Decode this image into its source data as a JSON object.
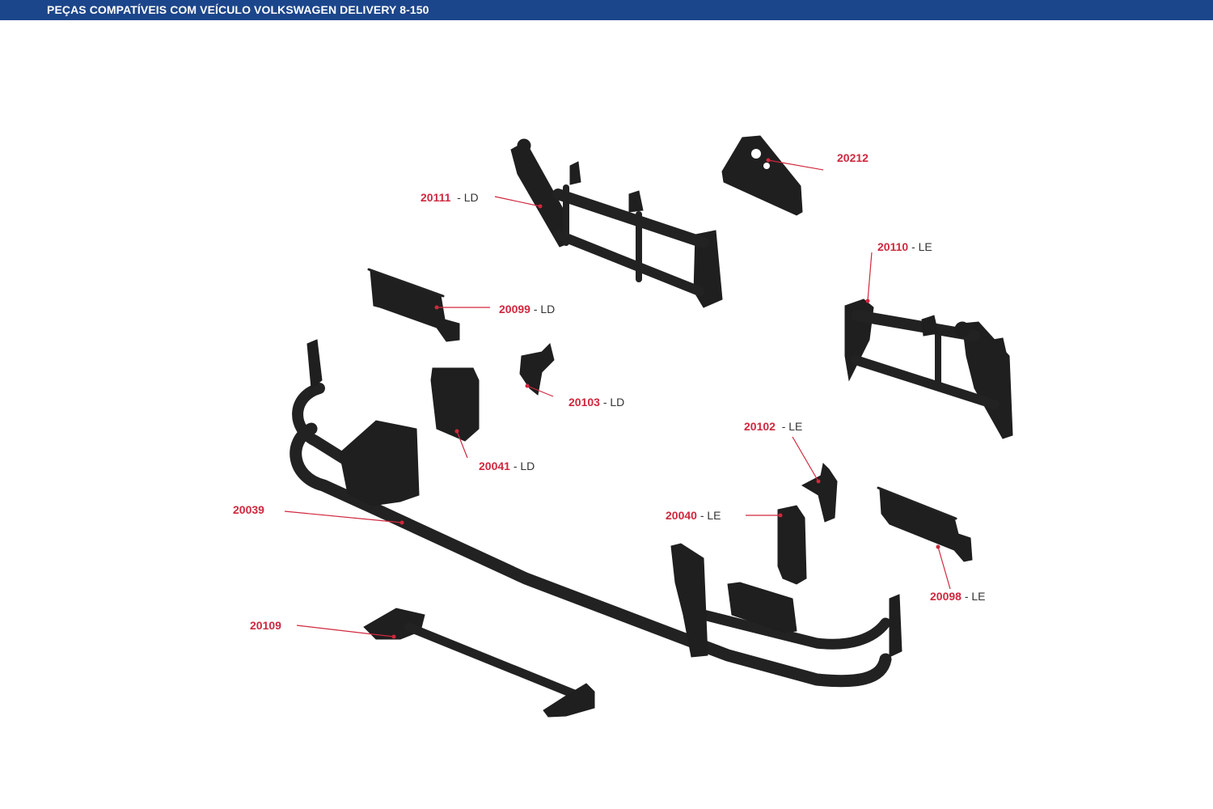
{
  "header": {
    "title": "PEÇAS COMPATÍVEIS COM VEÍCULO VOLKSWAGEN DELIVERY 8-150",
    "bar_color": "#1c468b"
  },
  "colors": {
    "part_code": "#d0283e",
    "part_body": "#1f1f1f",
    "side_text": "#333333"
  },
  "parts": [
    {
      "code": "20212",
      "side": ""
    },
    {
      "code": "20111",
      "side": "- LD"
    },
    {
      "code": "20110",
      "side": "- LE"
    },
    {
      "code": "20099",
      "side": "- LD"
    },
    {
      "code": "20103",
      "side": "- LD"
    },
    {
      "code": "20102",
      "side": "- LE"
    },
    {
      "code": "20041",
      "side": "- LD"
    },
    {
      "code": "20040",
      "side": "- LE"
    },
    {
      "code": "20039",
      "side": ""
    },
    {
      "code": "20098",
      "side": "- LE"
    },
    {
      "code": "20109",
      "side": ""
    }
  ]
}
